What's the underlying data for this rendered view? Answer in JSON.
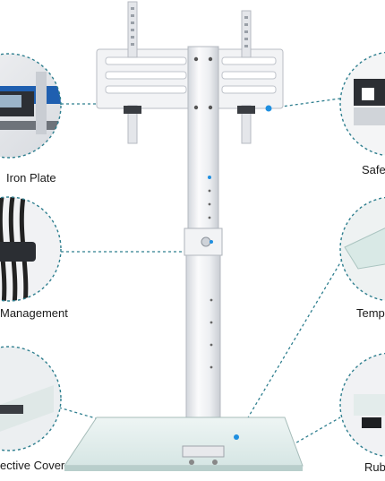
{
  "callouts": [
    {
      "id": "iron-plate",
      "label": "Iron Plate"
    },
    {
      "id": "cable-management",
      "label": "Management"
    },
    {
      "id": "protective-cover",
      "label": "ective Cover"
    },
    {
      "id": "safety",
      "label": "Safe"
    },
    {
      "id": "tempered-glass",
      "label": "Temp"
    },
    {
      "id": "rubber",
      "label": "Rub"
    }
  ],
  "colors": {
    "background": "#ffffff",
    "stand_white": "#f4f5f7",
    "stand_shade": "#d9dce2",
    "dashed_line": "#2f7f8f",
    "circle_border": "#2f7f8f",
    "glass_base": "#e8f2f1",
    "caliper_blue": "#1f5fb0"
  },
  "icons": [
    "dashed-callout-line",
    "callout-circle",
    "blue-dot-marker"
  ]
}
